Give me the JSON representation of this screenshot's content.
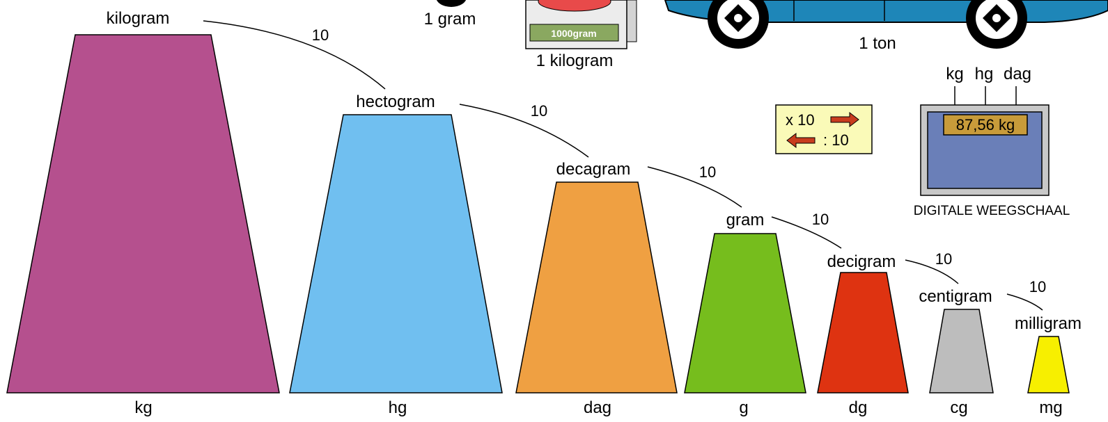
{
  "units": [
    {
      "name": "kilogram",
      "abbr": "kg",
      "color": "#b5508e"
    },
    {
      "name": "hectogram",
      "abbr": "hg",
      "color": "#70bff0"
    },
    {
      "name": "decagram",
      "abbr": "dag",
      "color": "#efa042"
    },
    {
      "name": "gram",
      "abbr": "g",
      "color": "#76bd1d"
    },
    {
      "name": "decigram",
      "abbr": "dg",
      "color": "#de3311"
    },
    {
      "name": "centigram",
      "abbr": "cg",
      "color": "#bdbdbd"
    },
    {
      "name": "milligram",
      "abbr": "mg",
      "color": "#f7ef00"
    }
  ],
  "factor_label": "10",
  "examples": {
    "gram": "1 gram",
    "kilogram": "1 kilogram",
    "kilogram_box_text": "1000gram",
    "ton": "1 ton"
  },
  "legend": {
    "multiply": "x  10",
    "divide": ":  10"
  },
  "scale": {
    "units_top": [
      "kg",
      "hg",
      "dag"
    ],
    "reading": "87,56 kg",
    "caption": "DIGITALE WEEGSCHAAL"
  }
}
